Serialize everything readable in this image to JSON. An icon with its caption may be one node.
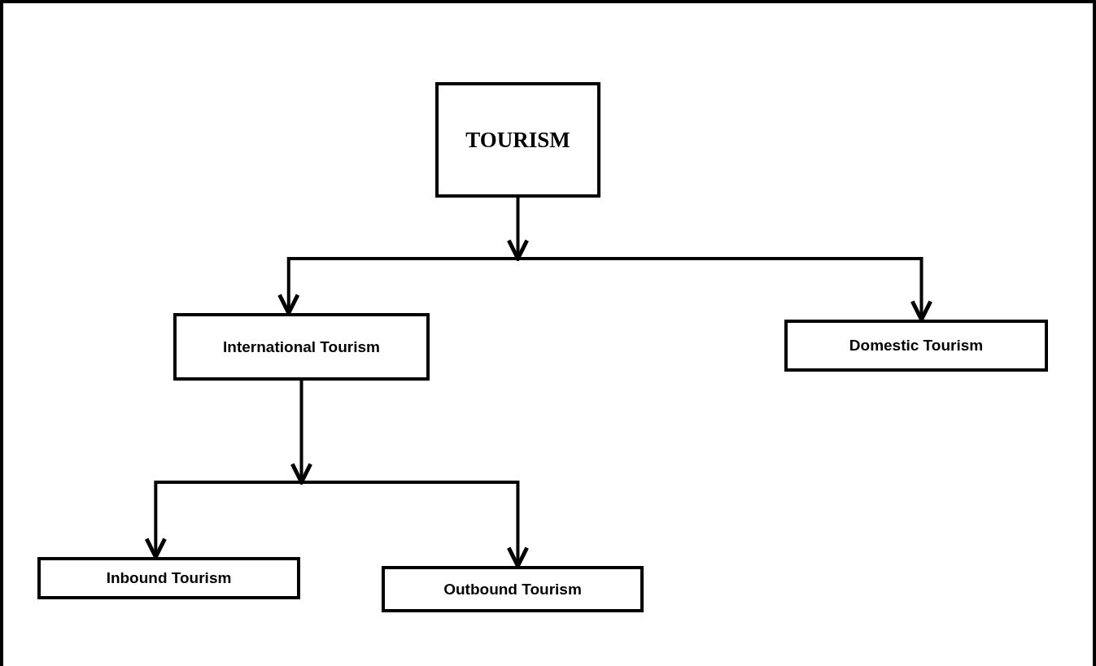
{
  "diagram": {
    "nodes": [
      {
        "text": [
          "TOURISM"
        ]
      },
      {
        "text": [
          "International Tourism"
        ]
      },
      {
        "text": [
          "Domestic Tourism"
        ]
      },
      {
        "text": [
          "Inbound Tourism"
        ]
      },
      {
        "text": [
          "Outbound Tourism"
        ]
      }
    ],
    "edges": [
      {
        "from": 0,
        "to": 1,
        "arrow": "to"
      },
      {
        "from": 0,
        "to": 2,
        "arrow": "to"
      },
      {
        "from": 1,
        "to": 3,
        "arrow": "to"
      },
      {
        "from": 1,
        "to": 4,
        "arrow": "to"
      }
    ]
  }
}
